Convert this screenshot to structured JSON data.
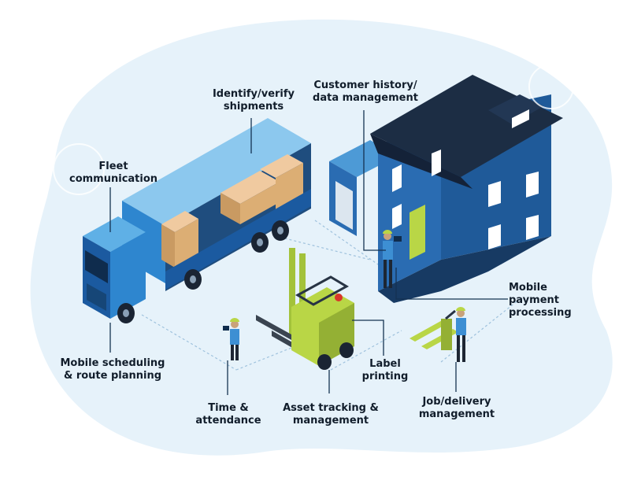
{
  "colors": {
    "blob": "#e6f2fa",
    "truck_dark": "#1b5aa0",
    "truck_mid": "#2e86cf",
    "truck_light": "#5fb0e6",
    "house_dark": "#163a63",
    "house_wall": "#2a6cb2",
    "roof": "#1c2d44",
    "forklift": "#b9d646",
    "box": "#d9ae74",
    "connector": "#143252",
    "dotted": "#9fc2dd"
  },
  "labels": {
    "fleet": "Fleet\ncommunication",
    "identify": "Identify/verify\nshipments",
    "customer": "Customer history/\ndata management",
    "mobile_payment": "Mobile\npayment\nprocessing",
    "mobile_scheduling": "Mobile scheduling\n& route planning",
    "label_printing": "Label\nprinting",
    "job_delivery": "Job/delivery\nmanagement",
    "time_attendance": "Time &\nattendance",
    "asset_tracking": "Asset tracking &\nmanagement"
  }
}
